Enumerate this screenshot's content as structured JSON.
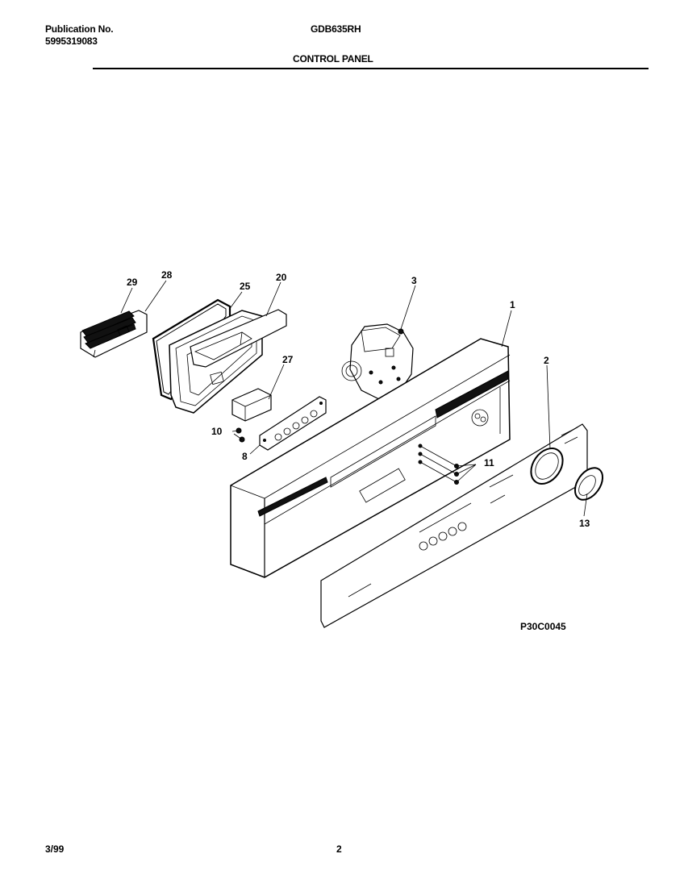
{
  "header": {
    "publication_label": "Publication No.",
    "publication_number": "5995319083",
    "model": "GDB635RH",
    "section_title": "CONTROL PANEL"
  },
  "diagram": {
    "callouts": [
      "29",
      "28",
      "25",
      "20",
      "3",
      "1",
      "27",
      "2",
      "10",
      "8",
      "11",
      "13"
    ],
    "figure_code": "P30C0045"
  },
  "footer": {
    "date": "3/99",
    "page_number": "2"
  }
}
